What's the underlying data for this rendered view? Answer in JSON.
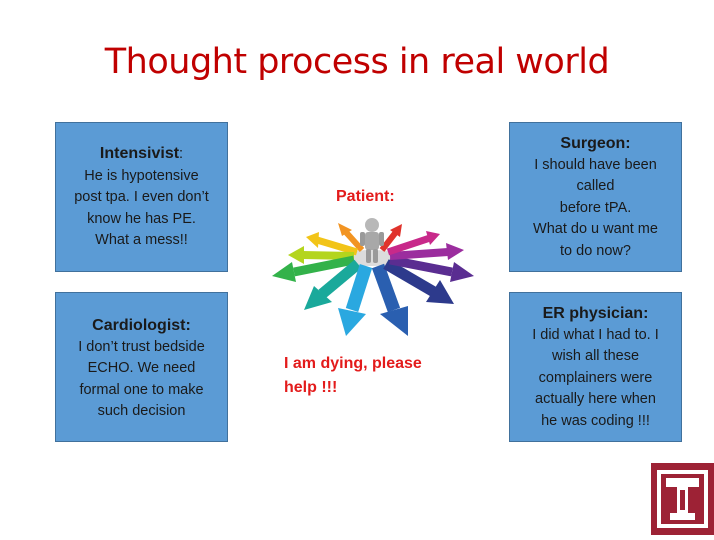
{
  "title": "Thought process in real world",
  "boxes": {
    "intensivist": {
      "heading": "Intensivist",
      "heading_suffix": ":",
      "lines": [
        "He is hypotensive",
        "post tpa. I even don’t",
        "know he has PE.",
        "What a mess!!"
      ]
    },
    "surgeon": {
      "heading": "Surgeon:",
      "lines": [
        "I should have been",
        "called",
        "before tPA.",
        "What do u want me",
        "to do now?"
      ]
    },
    "cardiologist": {
      "heading": "Cardiologist:",
      "lines": [
        "I don’t trust bedside",
        "ECHO. We need",
        "formal one to make",
        "such decision"
      ]
    },
    "er": {
      "heading": "ER physician:",
      "lines": [
        "I did what I had to. I",
        "wish all these",
        "complainers were",
        "actually here when",
        "he was coding !!!"
      ]
    }
  },
  "patient": {
    "label": "Patient:",
    "cry_lines": [
      "I am dying, please",
      "help !!!"
    ]
  },
  "colors": {
    "title": "#c00000",
    "box_fill": "#5b9bd5",
    "patient_text": "#e31b1b",
    "logo": "#9d2235"
  },
  "icons": {
    "center": "person-icon",
    "logo": "temple-t-logo"
  }
}
